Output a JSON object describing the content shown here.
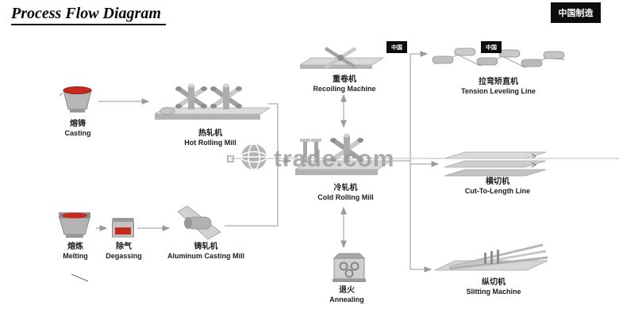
{
  "title": "Process Flow Diagram",
  "watermark": {
    "text": "trade.com"
  },
  "badges": {
    "top_right": "中国制造",
    "mid_left": "中国",
    "mid_right": "中国"
  },
  "nodes": {
    "casting": {
      "zh": "熔铸",
      "en": "Casting"
    },
    "hot_rolling_mill": {
      "zh": "热轧机",
      "en": "Hot Rolling Mill"
    },
    "melting": {
      "zh": "熔炼",
      "en": "Melting"
    },
    "degassing": {
      "zh": "除气",
      "en": "Degassing"
    },
    "aluminum_casting_mill": {
      "zh": "铸轧机",
      "en": "Aluminum Casting Mill"
    },
    "recoiling_machine": {
      "zh": "重卷机",
      "en": "Recoiling Machine"
    },
    "cold_rolling_mill": {
      "zh": "冷轧机",
      "en": "Cold Rolling Mill"
    },
    "annealing": {
      "zh": "退火",
      "en": "Annealing"
    },
    "tension_leveling_line": {
      "zh": "拉弯矫直机",
      "en": "Tension Leveling Line"
    },
    "cut_to_length_line": {
      "zh": "横切机",
      "en": "Cut-To-Length Line"
    },
    "slitting_machine": {
      "zh": "纵切机",
      "en": "Slitting Machine"
    }
  },
  "colors": {
    "molten_red": "#c62a1e",
    "machine_gray": "#bdbdbd",
    "connector_gray": "#a8a8a8",
    "watermark_gray": "#9a9a9a",
    "badge_black": "#0d0d0d"
  }
}
